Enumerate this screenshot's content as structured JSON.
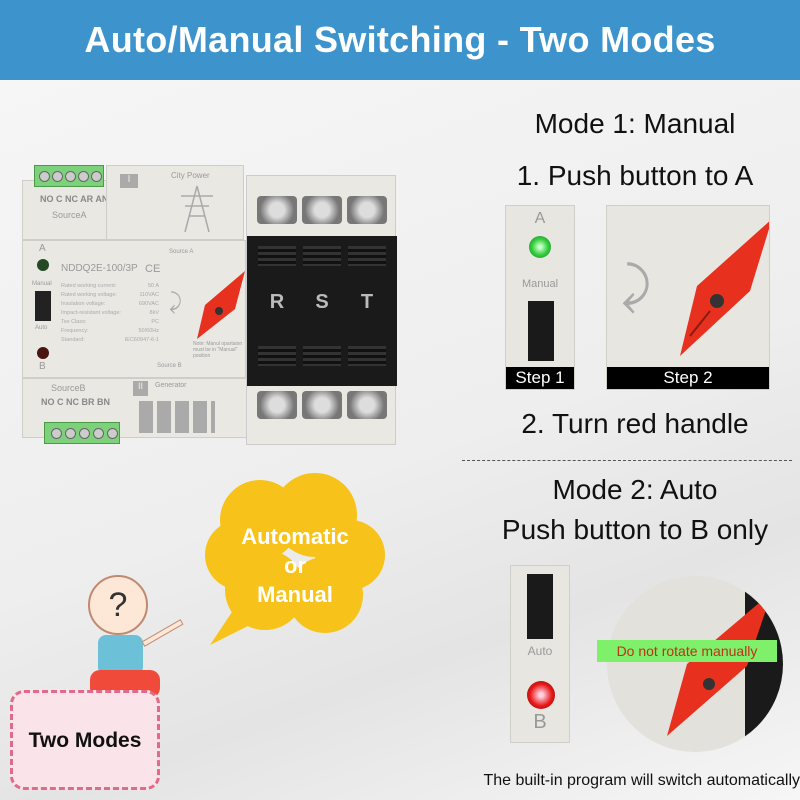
{
  "header": {
    "title": "Auto/Manual Switching - Two Modes"
  },
  "device": {
    "source_a_terminals": "NO C NC AR AN",
    "source_a_label": "SourceA",
    "city_power": "City Power",
    "roman_1": "I",
    "led_a": "A",
    "manual": "Manual",
    "auto": "Auto",
    "led_b": "B",
    "model": "NDDQ2E-100/3P",
    "ce": "CE",
    "specs": [
      [
        "Rated working current:",
        "50 A"
      ],
      [
        "Rated working voltage:",
        "110VAC"
      ],
      [
        "Insulation voltage:",
        "690VAC"
      ],
      [
        "Impact-resistant voltage:",
        "8kV"
      ],
      [
        "Tse Class:",
        "PC"
      ],
      [
        "Frequency:",
        "50/60Hz"
      ],
      [
        "Standard:",
        "IEC60947-6-1"
      ]
    ],
    "source_a_pos": "Source A",
    "source_b_pos": "Source B",
    "note": "Note: Manul opartaion must be in \"Manual\" position",
    "roman_2": "II",
    "generator": "Generator",
    "source_b_label": "SourceB",
    "source_b_terminals": "NO C NC BR BN",
    "phases": [
      "R",
      "S",
      "T"
    ]
  },
  "mode1": {
    "title": "Mode 1: Manual",
    "step1_text": "1. Push button to A",
    "step1_label": "Step 1",
    "step2_label": "Step 2",
    "step2_text": "2. Turn red handle",
    "panel_a": "A",
    "panel_manual": "Manual"
  },
  "mode2": {
    "title": "Mode 2: Auto",
    "text": "Push button to B only",
    "panel_auto": "Auto",
    "panel_b": "B",
    "warning": "Do not rotate manually",
    "footer": "The built-in program will switch automatically"
  },
  "bubble": {
    "line1": "Automatic",
    "line2": "or",
    "line3": "Manual"
  },
  "kid": {
    "question": "?",
    "sign": "Two Modes"
  },
  "colors": {
    "header": "#3d93cc",
    "handle": "#e8301e",
    "green_led": "#35d040",
    "red_led": "#e81818",
    "cloud": "#f7c21a",
    "warning_bg": "#7ef06a"
  }
}
